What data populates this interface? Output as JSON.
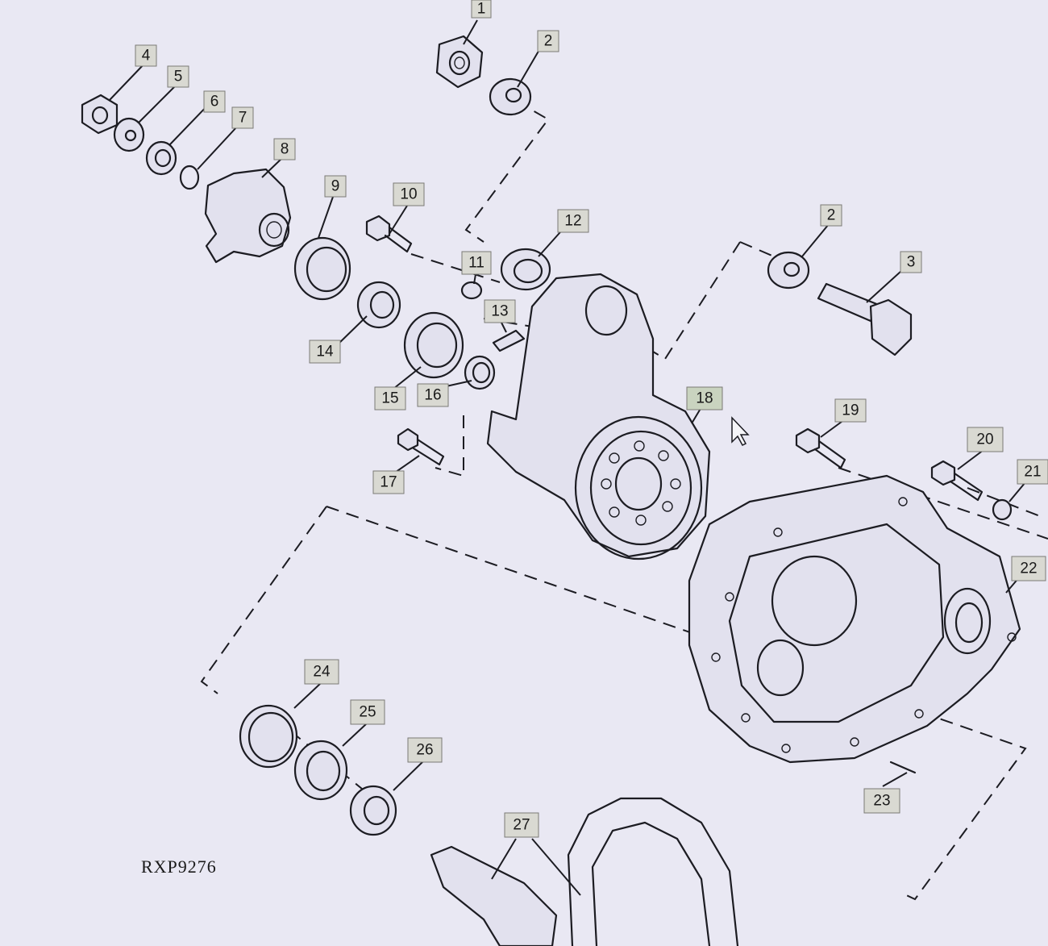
{
  "figure_code": "RXP9276",
  "callouts": [
    {
      "id": "p1",
      "label": "1"
    },
    {
      "id": "p2a",
      "label": "2"
    },
    {
      "id": "p2b",
      "label": "2"
    },
    {
      "id": "p3",
      "label": "3"
    },
    {
      "id": "p4",
      "label": "4"
    },
    {
      "id": "p5",
      "label": "5"
    },
    {
      "id": "p6",
      "label": "6"
    },
    {
      "id": "p7",
      "label": "7"
    },
    {
      "id": "p8",
      "label": "8"
    },
    {
      "id": "p9",
      "label": "9"
    },
    {
      "id": "p10",
      "label": "10"
    },
    {
      "id": "p11",
      "label": "11"
    },
    {
      "id": "p12",
      "label": "12"
    },
    {
      "id": "p13",
      "label": "13"
    },
    {
      "id": "p14",
      "label": "14"
    },
    {
      "id": "p15",
      "label": "15"
    },
    {
      "id": "p16",
      "label": "16"
    },
    {
      "id": "p17",
      "label": "17"
    },
    {
      "id": "p18",
      "label": "18"
    },
    {
      "id": "p19",
      "label": "19"
    },
    {
      "id": "p20",
      "label": "20"
    },
    {
      "id": "p21",
      "label": "21"
    },
    {
      "id": "p22",
      "label": "22"
    },
    {
      "id": "p23",
      "label": "23"
    },
    {
      "id": "p24",
      "label": "24"
    },
    {
      "id": "p25",
      "label": "25"
    },
    {
      "id": "p26",
      "label": "26"
    },
    {
      "id": "p27",
      "label": "27"
    }
  ],
  "icons": {
    "cursor": "mouse-pointer-icon"
  }
}
